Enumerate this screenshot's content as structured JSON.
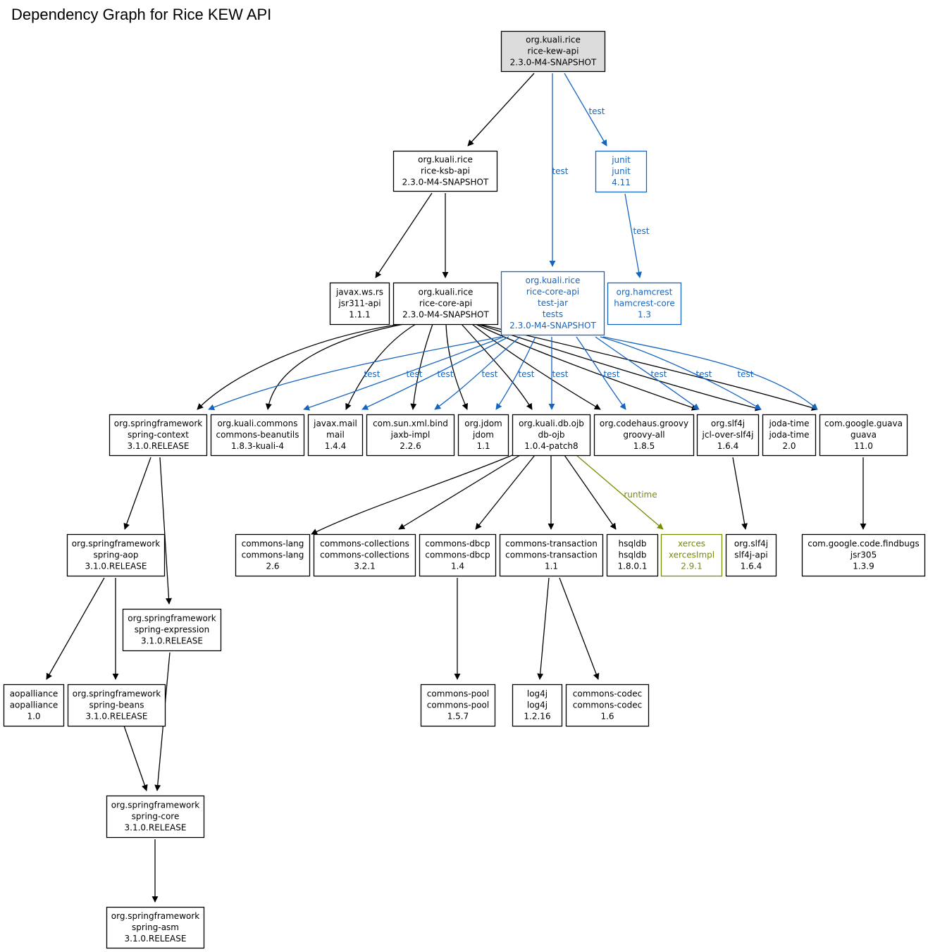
{
  "title": "Dependency Graph for Rice KEW API",
  "colors": {
    "compile": "#000000",
    "test": "#1565c0",
    "runtime": "#7a8c00",
    "root_fill": "#dcdcdc"
  },
  "nodes": [
    {
      "id": "kew-api",
      "lines": [
        "org.kuali.rice",
        "rice-kew-api",
        "2.3.0-M4-SNAPSHOT"
      ],
      "scope": "root"
    },
    {
      "id": "ksb-api",
      "lines": [
        "org.kuali.rice",
        "rice-ksb-api",
        "2.3.0-M4-SNAPSHOT"
      ],
      "scope": "compile"
    },
    {
      "id": "junit",
      "lines": [
        "junit",
        "junit",
        "4.11"
      ],
      "scope": "test"
    },
    {
      "id": "jsr311",
      "lines": [
        "javax.ws.rs",
        "jsr311-api",
        "1.1.1"
      ],
      "scope": "compile"
    },
    {
      "id": "core-api",
      "lines": [
        "org.kuali.rice",
        "rice-core-api",
        "2.3.0-M4-SNAPSHOT"
      ],
      "scope": "compile"
    },
    {
      "id": "core-api-test",
      "lines": [
        "org.kuali.rice",
        "rice-core-api",
        "test-jar",
        "tests",
        "2.3.0-M4-SNAPSHOT"
      ],
      "scope": "test"
    },
    {
      "id": "hamcrest",
      "lines": [
        "org.hamcrest",
        "hamcrest-core",
        "1.3"
      ],
      "scope": "test"
    },
    {
      "id": "spring-context",
      "lines": [
        "org.springframework",
        "spring-context",
        "3.1.0.RELEASE"
      ],
      "scope": "compile"
    },
    {
      "id": "beanutils",
      "lines": [
        "org.kuali.commons",
        "commons-beanutils",
        "1.8.3-kuali-4"
      ],
      "scope": "compile"
    },
    {
      "id": "mail",
      "lines": [
        "javax.mail",
        "mail",
        "1.4.4"
      ],
      "scope": "compile"
    },
    {
      "id": "jaxb",
      "lines": [
        "com.sun.xml.bind",
        "jaxb-impl",
        "2.2.6"
      ],
      "scope": "compile"
    },
    {
      "id": "jdom",
      "lines": [
        "org.jdom",
        "jdom",
        "1.1"
      ],
      "scope": "compile"
    },
    {
      "id": "ojb",
      "lines": [
        "org.kuali.db.ojb",
        "db-ojb",
        "1.0.4-patch8"
      ],
      "scope": "compile"
    },
    {
      "id": "groovy",
      "lines": [
        "org.codehaus.groovy",
        "groovy-all",
        "1.8.5"
      ],
      "scope": "compile"
    },
    {
      "id": "jcl",
      "lines": [
        "org.slf4j",
        "jcl-over-slf4j",
        "1.6.4"
      ],
      "scope": "compile"
    },
    {
      "id": "joda",
      "lines": [
        "joda-time",
        "joda-time",
        "2.0"
      ],
      "scope": "compile"
    },
    {
      "id": "guava",
      "lines": [
        "com.google.guava",
        "guava",
        "11.0"
      ],
      "scope": "compile"
    },
    {
      "id": "spring-aop",
      "lines": [
        "org.springframework",
        "spring-aop",
        "3.1.0.RELEASE"
      ],
      "scope": "compile"
    },
    {
      "id": "clang",
      "lines": [
        "commons-lang",
        "commons-lang",
        "2.6"
      ],
      "scope": "compile"
    },
    {
      "id": "ccoll",
      "lines": [
        "commons-collections",
        "commons-collections",
        "3.2.1"
      ],
      "scope": "compile"
    },
    {
      "id": "dbcp",
      "lines": [
        "commons-dbcp",
        "commons-dbcp",
        "1.4"
      ],
      "scope": "compile"
    },
    {
      "id": "ctrans",
      "lines": [
        "commons-transaction",
        "commons-transaction",
        "1.1"
      ],
      "scope": "compile"
    },
    {
      "id": "hsqldb",
      "lines": [
        "hsqldb",
        "hsqldb",
        "1.8.0.1"
      ],
      "scope": "compile"
    },
    {
      "id": "xerces",
      "lines": [
        "xerces",
        "xercesImpl",
        "2.9.1"
      ],
      "scope": "runtime"
    },
    {
      "id": "slf4j-api",
      "lines": [
        "org.slf4j",
        "slf4j-api",
        "1.6.4"
      ],
      "scope": "compile"
    },
    {
      "id": "jsr305",
      "lines": [
        "com.google.code.findbugs",
        "jsr305",
        "1.3.9"
      ],
      "scope": "compile"
    },
    {
      "id": "spring-expr",
      "lines": [
        "org.springframework",
        "spring-expression",
        "3.1.0.RELEASE"
      ],
      "scope": "compile"
    },
    {
      "id": "aopalliance",
      "lines": [
        "aopalliance",
        "aopalliance",
        "1.0"
      ],
      "scope": "compile"
    },
    {
      "id": "spring-beans",
      "lines": [
        "org.springframework",
        "spring-beans",
        "3.1.0.RELEASE"
      ],
      "scope": "compile"
    },
    {
      "id": "cpool",
      "lines": [
        "commons-pool",
        "commons-pool",
        "1.5.7"
      ],
      "scope": "compile"
    },
    {
      "id": "log4j",
      "lines": [
        "log4j",
        "log4j",
        "1.2.16"
      ],
      "scope": "compile"
    },
    {
      "id": "codec",
      "lines": [
        "commons-codec",
        "commons-codec",
        "1.6"
      ],
      "scope": "compile"
    },
    {
      "id": "spring-core",
      "lines": [
        "org.springframework",
        "spring-core",
        "3.1.0.RELEASE"
      ],
      "scope": "compile"
    },
    {
      "id": "spring-asm",
      "lines": [
        "org.springframework",
        "spring-asm",
        "3.1.0.RELEASE"
      ],
      "scope": "compile"
    }
  ],
  "edges": [
    {
      "from": "kew-api",
      "to": "ksb-api",
      "scope": "compile",
      "label": ""
    },
    {
      "from": "kew-api",
      "to": "core-api-test",
      "scope": "test",
      "label": "test"
    },
    {
      "from": "kew-api",
      "to": "junit",
      "scope": "test",
      "label": "test"
    },
    {
      "from": "junit",
      "to": "hamcrest",
      "scope": "test",
      "label": "test"
    },
    {
      "from": "ksb-api",
      "to": "jsr311",
      "scope": "compile",
      "label": ""
    },
    {
      "from": "ksb-api",
      "to": "core-api",
      "scope": "compile",
      "label": ""
    },
    {
      "from": "core-api",
      "to": "spring-context",
      "scope": "compile",
      "label": ""
    },
    {
      "from": "core-api",
      "to": "beanutils",
      "scope": "compile",
      "label": ""
    },
    {
      "from": "core-api",
      "to": "mail",
      "scope": "compile",
      "label": ""
    },
    {
      "from": "core-api",
      "to": "jaxb",
      "scope": "compile",
      "label": ""
    },
    {
      "from": "core-api",
      "to": "jdom",
      "scope": "compile",
      "label": ""
    },
    {
      "from": "core-api",
      "to": "ojb",
      "scope": "compile",
      "label": ""
    },
    {
      "from": "core-api",
      "to": "groovy",
      "scope": "compile",
      "label": ""
    },
    {
      "from": "core-api",
      "to": "jcl",
      "scope": "compile",
      "label": ""
    },
    {
      "from": "core-api",
      "to": "joda",
      "scope": "compile",
      "label": ""
    },
    {
      "from": "core-api",
      "to": "guava",
      "scope": "compile",
      "label": ""
    },
    {
      "from": "core-api-test",
      "to": "spring-context",
      "scope": "test",
      "label": "test"
    },
    {
      "from": "core-api-test",
      "to": "beanutils",
      "scope": "test",
      "label": "test"
    },
    {
      "from": "core-api-test",
      "to": "mail",
      "scope": "test",
      "label": "test"
    },
    {
      "from": "core-api-test",
      "to": "jaxb",
      "scope": "test",
      "label": "test"
    },
    {
      "from": "core-api-test",
      "to": "jdom",
      "scope": "test",
      "label": "test"
    },
    {
      "from": "core-api-test",
      "to": "ojb",
      "scope": "test",
      "label": "test"
    },
    {
      "from": "core-api-test",
      "to": "groovy",
      "scope": "test",
      "label": "test"
    },
    {
      "from": "core-api-test",
      "to": "jcl",
      "scope": "test",
      "label": "test"
    },
    {
      "from": "core-api-test",
      "to": "joda",
      "scope": "test",
      "label": "test"
    },
    {
      "from": "core-api-test",
      "to": "guava",
      "scope": "test",
      "label": "test"
    },
    {
      "from": "spring-context",
      "to": "spring-aop",
      "scope": "compile",
      "label": ""
    },
    {
      "from": "spring-context",
      "to": "spring-expr",
      "scope": "compile",
      "label": ""
    },
    {
      "from": "ojb",
      "to": "clang",
      "scope": "compile",
      "label": ""
    },
    {
      "from": "ojb",
      "to": "ccoll",
      "scope": "compile",
      "label": ""
    },
    {
      "from": "ojb",
      "to": "dbcp",
      "scope": "compile",
      "label": ""
    },
    {
      "from": "ojb",
      "to": "ctrans",
      "scope": "compile",
      "label": ""
    },
    {
      "from": "ojb",
      "to": "hsqldb",
      "scope": "compile",
      "label": ""
    },
    {
      "from": "ojb",
      "to": "xerces",
      "scope": "runtime",
      "label": "runtime"
    },
    {
      "from": "jcl",
      "to": "slf4j-api",
      "scope": "compile",
      "label": ""
    },
    {
      "from": "guava",
      "to": "jsr305",
      "scope": "compile",
      "label": ""
    },
    {
      "from": "spring-aop",
      "to": "aopalliance",
      "scope": "compile",
      "label": ""
    },
    {
      "from": "spring-aop",
      "to": "spring-beans",
      "scope": "compile",
      "label": ""
    },
    {
      "from": "dbcp",
      "to": "cpool",
      "scope": "compile",
      "label": ""
    },
    {
      "from": "ctrans",
      "to": "log4j",
      "scope": "compile",
      "label": ""
    },
    {
      "from": "ctrans",
      "to": "codec",
      "scope": "compile",
      "label": ""
    },
    {
      "from": "spring-beans",
      "to": "spring-core",
      "scope": "compile",
      "label": ""
    },
    {
      "from": "spring-expr",
      "to": "spring-core",
      "scope": "compile",
      "label": ""
    },
    {
      "from": "spring-core",
      "to": "spring-asm",
      "scope": "compile",
      "label": ""
    }
  ]
}
